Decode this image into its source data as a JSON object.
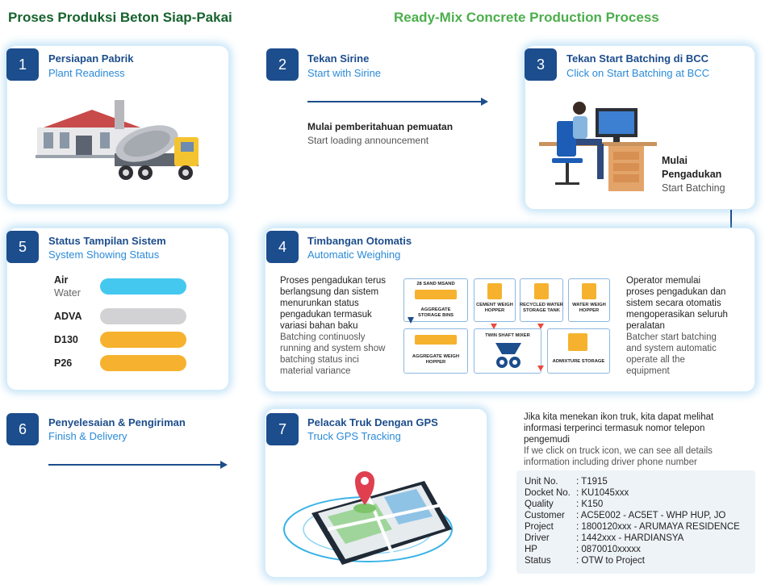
{
  "titles": {
    "left": "Proses Produksi Beton Siap-Pakai",
    "right": "Ready-Mix Concrete Production Process"
  },
  "steps": [
    {
      "num": "1",
      "title_id": "Persiapan Pabrik",
      "title_en": "Plant Readiness"
    },
    {
      "num": "2",
      "title_id": "Tekan Sirine",
      "title_en": "Start with Sirine",
      "desc_id": "Mulai pemberitahuan pemuatan",
      "desc_en": "Start loading announcement"
    },
    {
      "num": "3",
      "title_id": "Tekan Start Batching di BCC",
      "title_en": "Click on Start Batching at BCC",
      "desc_id_1": "Mulai",
      "desc_id_2": "Pengadukan",
      "desc_en": "Start Batching"
    },
    {
      "num": "4",
      "title_id": "Timbangan Otomatis",
      "title_en": "Automatic Weighing",
      "left_id": [
        "Proses pengadukan terus",
        "berlangsung dan sistem",
        "menurunkan status",
        "pengadukan termasuk",
        "variasi bahan baku"
      ],
      "left_en": [
        "Batching continuosly",
        "running and system show",
        "batching status inci",
        "material variance"
      ],
      "right_id": [
        "Operator memulai",
        "proses pengadukan dan",
        "sistem secara otomatis",
        "mengoperasikan seluruh",
        "peralatan"
      ],
      "right_en": [
        "Batcher start batching",
        "and system automatic",
        "operate all the",
        "equipment"
      ]
    },
    {
      "num": "5",
      "title_id": "Status Tampilan Sistem",
      "title_en": "System Showing Status"
    },
    {
      "num": "6",
      "title_id": "Penyelesaian & Pengiriman",
      "title_en": "Finish & Delivery"
    },
    {
      "num": "7",
      "title_id": "Pelacak Truk Dengan GPS",
      "title_en": "Truck GPS Tracking"
    }
  ],
  "status_items": [
    {
      "label": "Air",
      "sub": "Water",
      "color": "#45c8f0"
    },
    {
      "label": "ADVA",
      "sub": "",
      "color": "#d2d2d4"
    },
    {
      "label": "D130",
      "sub": "",
      "color": "#f6b22e"
    },
    {
      "label": "P26",
      "sub": "",
      "color": "#f6b22e"
    }
  ],
  "weighing_labels": {
    "sand": "28 SAND MSAND",
    "agg_bins": "AGGREGATE STORAGE BINS",
    "cement": "CEMENT WEIGH HOPPER",
    "recycled": "RECYCLED WATER STORAGE TANK",
    "water": "WATER WEIGH HOPPER",
    "agg_weigh": "AGGREGATE WEIGH HOPPER",
    "mixer": "TWIN SHAFT MIXER",
    "admix": "ADMIXTURE STORAGE"
  },
  "gps": {
    "desc_id": [
      "Jika kita menekan ikon truk, kita dapat melihat",
      "informasi terperinci termasuk nomor telepon",
      "pengemudi"
    ],
    "desc_en": [
      "If we click on truck icon, we can see all details",
      "information including driver phone number"
    ],
    "info": [
      {
        "key": "Unit No.",
        "value": ": T1915"
      },
      {
        "key": "Docket No.",
        "value": ": KU1045xxx"
      },
      {
        "key": "Quality",
        "value": ": K150"
      },
      {
        "key": "Customer",
        "value": ": AC5E002 - AC5ET - WHP HUP, JO"
      },
      {
        "key": "Project",
        "value": ": 1800120xxx - ARUMAYA RESIDENCE"
      },
      {
        "key": "Driver",
        "value": ": 1442xxx - HARDIANSYA"
      },
      {
        "key": "HP",
        "value": ": 0870010xxxxx"
      },
      {
        "key": "Status",
        "value": ": OTW to Project"
      }
    ]
  }
}
